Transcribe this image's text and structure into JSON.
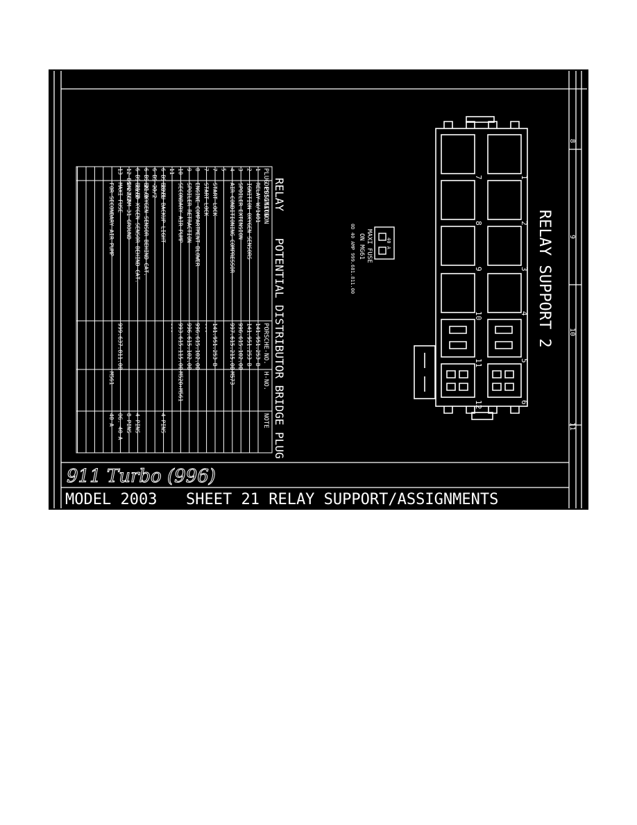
{
  "title_block": {
    "model": "MODEL 2003",
    "sheet": "SHEET 21 RELAY SUPPORT/ASSIGNMENTS",
    "logo": "911 Turbo (996)"
  },
  "relay_support": {
    "title": "RELAY SUPPORT 2",
    "slot_numbers": [
      "1",
      "2",
      "3",
      "4",
      "5",
      "6",
      "7",
      "8",
      "9",
      "10",
      "11",
      "12"
    ],
    "maxi_fuse": {
      "line1": "MAXI FUSE",
      "line2": "ON MG61",
      "part": "0D 40 AMP 999.681.811.00",
      "rating": "40 A"
    }
  },
  "frame": {
    "grid_numbers": [
      "8",
      "9",
      "10",
      "11"
    ]
  },
  "table": {
    "title": "RELAY    POTENTIAL DISTRIBUTOR BRIDGE PLUG",
    "columns": [
      "PLUG POSITION",
      "DESIGNATION",
      "PORSCHE-NO.",
      "H-NO.",
      "NOTE"
    ],
    "rows": [
      [
        "1",
        "RELAY W/1401",
        "141.951.253 B",
        "",
        ""
      ],
      [
        "2",
        "IGNITION OXYGEN SENSORS",
        "141.951.253 B",
        "",
        ""
      ],
      [
        "3",
        "SPOILER EXTENSION",
        "996.615.102.00",
        "",
        ""
      ],
      [
        "4",
        "AIR CONDITIONING COMPRESSOR",
        "997.615.215.00",
        "M573",
        ""
      ],
      [
        "5",
        "",
        "",
        "",
        ""
      ],
      [
        "7",
        "START LOCK",
        "141.951.253 B",
        "",
        ""
      ],
      [
        "7",
        "START LOCK",
        "---",
        "",
        ""
      ],
      [
        "8",
        "ENGINE COMPARTMENT BLOWER",
        "996.615.102.00",
        "",
        ""
      ],
      [
        "9",
        "SPOILER RETRACTION",
        "996.615.102.00",
        "",
        ""
      ],
      [
        "10",
        "SECONDARY AIR PUMP",
        "993.615.115.00",
        "M520+M561",
        ""
      ],
      [
        "11",
        "",
        "---",
        "",
        ""
      ],
      [
        "6  BS 20/1",
        "BU/BU BACKUP LIGHT",
        "",
        "",
        "4 PINS"
      ],
      [
        "6  BS 20/2",
        "---",
        "",
        "",
        ""
      ],
      [
        "6  BS 21/1",
        "BK OXYGEN SENSOR  BEHIND CAT.",
        "",
        "",
        ""
      ],
      [
        "6  BS 21/2",
        "BU/BD XYGEN SENSOR BEHIND CAT.",
        "",
        "",
        "4 PINS"
      ],
      [
        "12  BS 22/2",
        "BN TERM 31 GROUND",
        "",
        "",
        "8 PINS"
      ],
      [
        "13",
        "MAXI FUSE",
        "999.637.811.00",
        "",
        "OG. 40 A"
      ],
      [
        "",
        "FOR SECONDARY AIR PUMP",
        "",
        "M561",
        "40 A"
      ],
      [
        "",
        "",
        "",
        "",
        ""
      ],
      [
        "",
        "",
        "",
        "",
        ""
      ],
      [
        "",
        "",
        "",
        "",
        ""
      ]
    ]
  }
}
